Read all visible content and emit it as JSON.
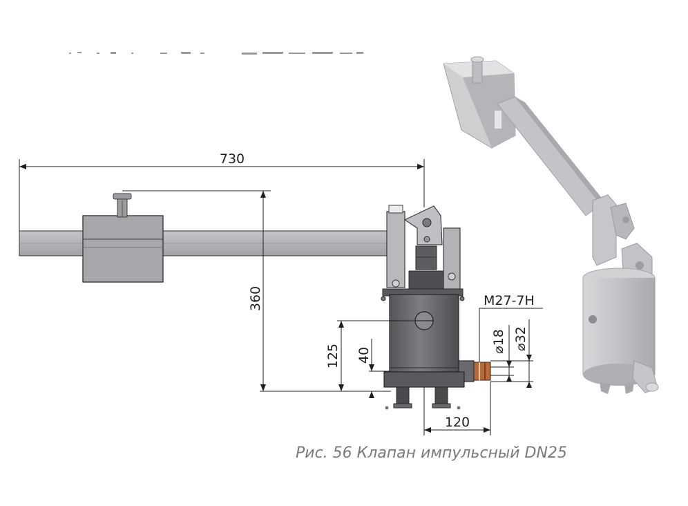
{
  "dimensions": {
    "overall_length": "730",
    "overall_height": "360",
    "inlet_height": "125",
    "outlet_height": "40",
    "outlet_offset": "120",
    "thread": "M27-7H",
    "inner_diameter": "⌀18",
    "outer_diameter": "⌀32"
  },
  "caption": "Рис. 56 Клапан импульсный DN25",
  "colors": {
    "body_dark": "#6f6f73",
    "lever_gray": "#b4b4b8",
    "render_gray": "#c9c9cc",
    "copper": "#b86a38",
    "line": "#1e1e1e",
    "caption": "#7a7a7a"
  }
}
